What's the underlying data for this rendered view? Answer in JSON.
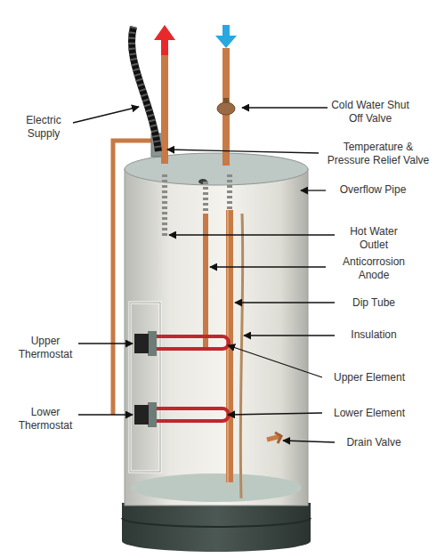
{
  "diagram": {
    "labels": [
      "Electric Supply",
      "Cold Water Shut Off Valve",
      "Temperature & Pressure Relief Valve",
      "Overflow Pipe",
      "Hot Water Outlet",
      "Anticorrosion Anode",
      "Dip Tube",
      "Insulation",
      "Upper Thermostat",
      "Upper Element",
      "Lower Thermostat",
      "Lower Element",
      "Drain Valve"
    ]
  }
}
